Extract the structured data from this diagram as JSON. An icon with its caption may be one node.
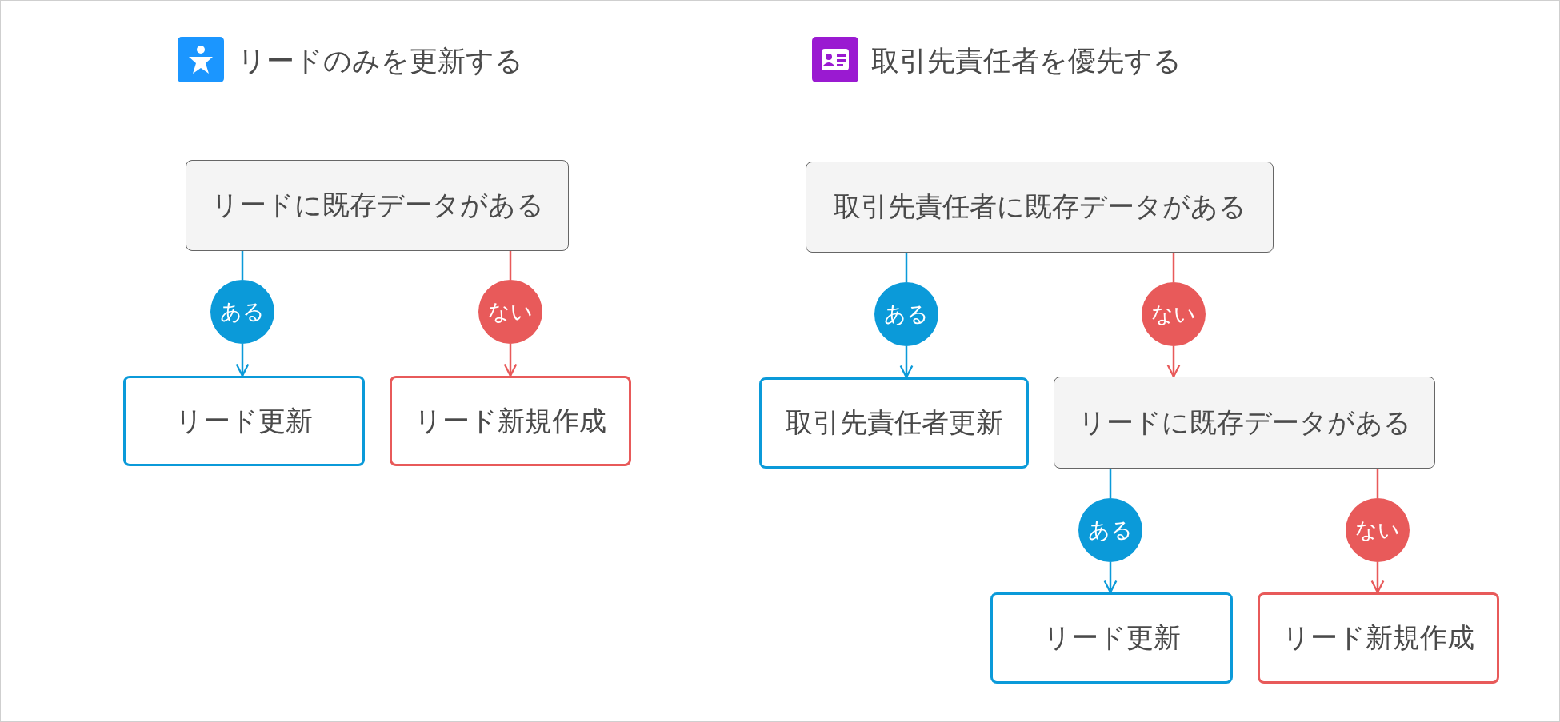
{
  "diagram": {
    "nodes": [
      {
        "text": [
          "リードに既存データがある"
        ]
      },
      {
        "text": [
          "ある"
        ]
      },
      {
        "text": [
          "ない"
        ]
      },
      {
        "text": [
          "リード更新"
        ]
      },
      {
        "text": [
          "リード新規作成"
        ]
      },
      {
        "text": [
          "取引先責任者に既存データがある"
        ]
      },
      {
        "text": [
          "ある"
        ]
      },
      {
        "text": [
          "ない"
        ]
      },
      {
        "text": [
          "取引先責任者更新"
        ]
      },
      {
        "text": [
          "リードに既存データがある"
        ]
      },
      {
        "text": [
          "ある"
        ]
      },
      {
        "text": [
          "ない"
        ]
      },
      {
        "text": [
          "リード更新"
        ]
      },
      {
        "text": [
          "リード新規作成"
        ]
      }
    ],
    "edges": [
      {
        "from": 0,
        "to": 1,
        "arrow": "none",
        "color": "#0b9ad9"
      },
      {
        "from": 1,
        "to": 3,
        "arrow": "to",
        "color": "#0b9ad9"
      },
      {
        "from": 0,
        "to": 2,
        "arrow": "none",
        "color": "#e85a5a"
      },
      {
        "from": 2,
        "to": 4,
        "arrow": "to",
        "color": "#e85a5a"
      },
      {
        "from": 5,
        "to": 6,
        "arrow": "none",
        "color": "#0b9ad9"
      },
      {
        "from": 6,
        "to": 8,
        "arrow": "to",
        "color": "#0b9ad9"
      },
      {
        "from": 5,
        "to": 7,
        "arrow": "none",
        "color": "#e85a5a"
      },
      {
        "from": 7,
        "to": 9,
        "arrow": "to",
        "color": "#e85a5a"
      },
      {
        "from": 9,
        "to": 10,
        "arrow": "none",
        "color": "#0b9ad9"
      },
      {
        "from": 10,
        "to": 12,
        "arrow": "to",
        "color": "#0b9ad9"
      },
      {
        "from": 9,
        "to": 11,
        "arrow": "none",
        "color": "#e85a5a"
      },
      {
        "from": 11,
        "to": 13,
        "arrow": "to",
        "color": "#e85a5a"
      }
    ],
    "labels": [
      "リードのみを更新する",
      "取引先責任者を優先する"
    ]
  }
}
